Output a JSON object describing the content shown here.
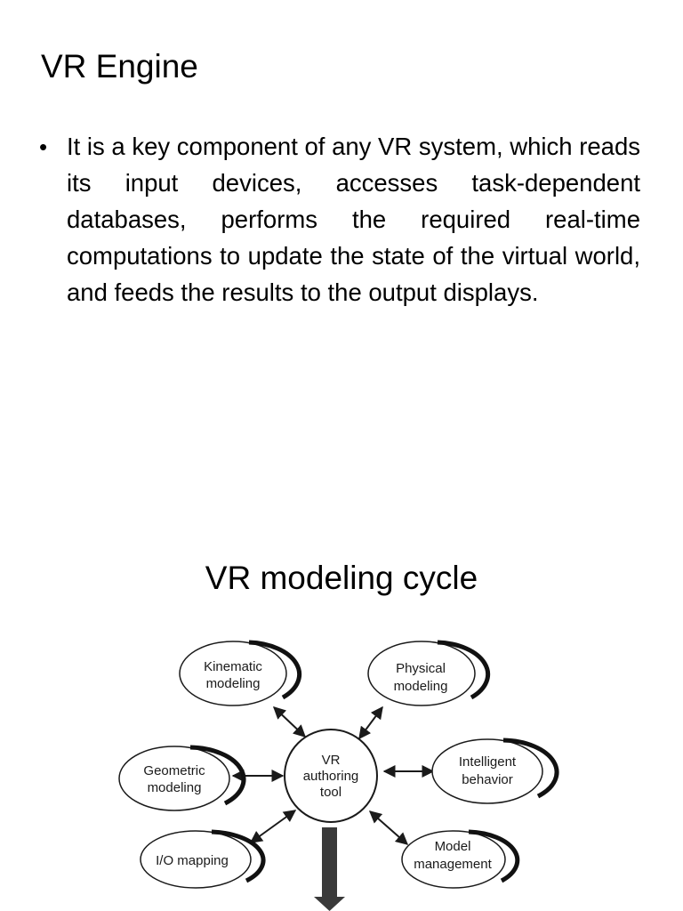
{
  "slide1": {
    "title": "VR Engine",
    "bullets": [
      {
        "text": "It is a key component of any VR system, which reads its input devices, accesses task-dependent databases, performs the required real-time computations to update the state of the virtual world, and feeds the results to the output displays."
      }
    ]
  },
  "slide2": {
    "title": "VR modeling cycle",
    "diagram": {
      "center": {
        "line1": "VR",
        "line2": "authoring",
        "line3": "tool"
      },
      "nodes": {
        "kinematic": {
          "line1": "Kinematic",
          "line2": "modeling"
        },
        "physical": {
          "line1": "Physical",
          "line2": "modeling"
        },
        "geometric": {
          "line1": "Geometric",
          "line2": "modeling"
        },
        "intelligent": {
          "line1": "Intelligent",
          "line2": "behavior"
        },
        "io": {
          "line1": "I/O mapping"
        },
        "model": {
          "line1": "Model",
          "line2": "management"
        }
      }
    }
  }
}
